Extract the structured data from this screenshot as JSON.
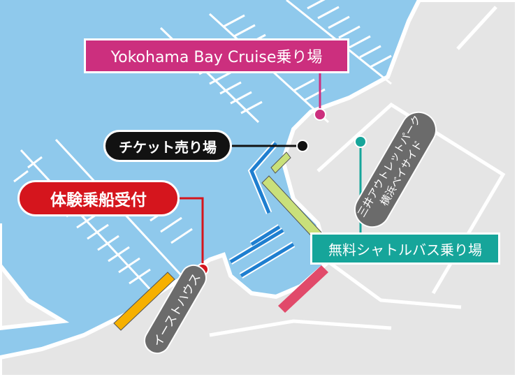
{
  "labels": {
    "cruise_pier": "Yokohama Bay Cruise乗り場",
    "ticket_office": "チケット売り場",
    "experience_reception": "体験乗船受付",
    "shuttle_bus": "無料シャトルバス乗り場",
    "east_house": "イーストハウス",
    "outlet_line1": "三井アウトレットパーク",
    "outlet_line2": "横浜ベイサイド"
  },
  "colors": {
    "water": "#8fc9ec",
    "land": "#e5e5e5",
    "cruise": "#cc2f7e",
    "ticket": "#121212",
    "boarding": "#d5151d",
    "shuttle": "#16a59a",
    "facility": "#6b6b6b",
    "pier_blue": "#1f7fd0",
    "pier_green": "#c9e07a",
    "pier_orange": "#f6b000",
    "pier_red": "#e14a6a"
  }
}
